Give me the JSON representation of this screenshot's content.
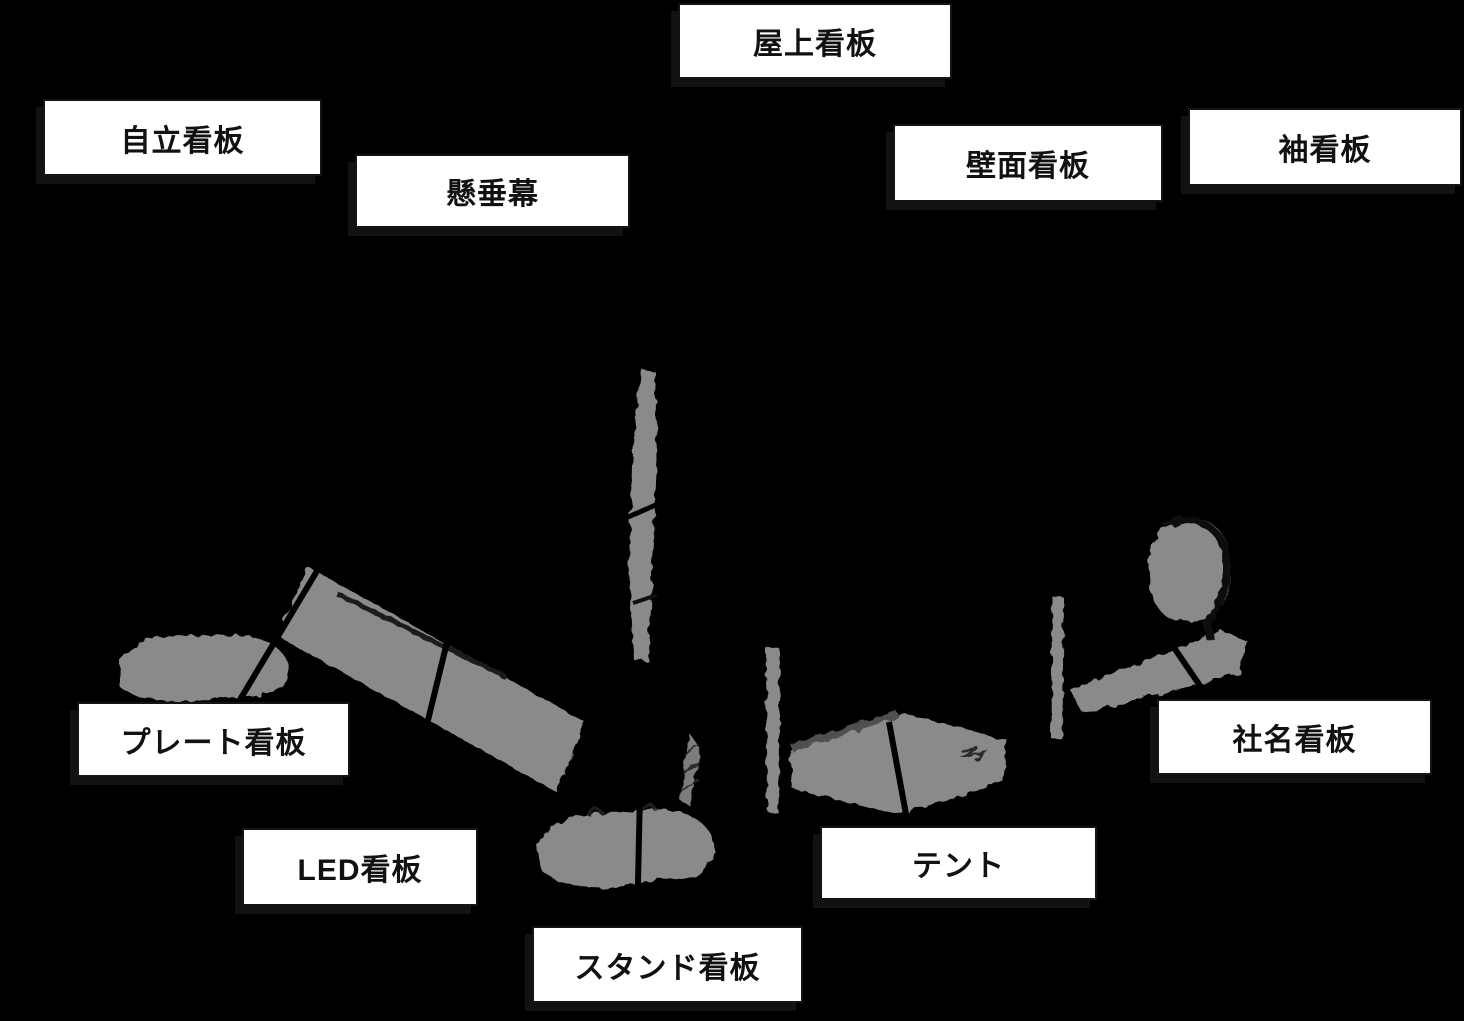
{
  "diagram": {
    "description": "sign-types-annotated-storefront-sketch",
    "background_color": "#000000",
    "sketch_fill_color": "#8a8a8a",
    "leader_line_color": "#000000",
    "label_box_style": {
      "fill": "#ffffff",
      "border_color": "#141414",
      "text_color": "#111111"
    },
    "labels": [
      {
        "id": "rooftop",
        "text": "屋上看板"
      },
      {
        "id": "freestanding",
        "text": "自立看板"
      },
      {
        "id": "sleeve",
        "text": "袖看板"
      },
      {
        "id": "wall",
        "text": "壁面看板"
      },
      {
        "id": "hanging-banner",
        "text": "懸垂幕"
      },
      {
        "id": "plate",
        "text": "プレート看板"
      },
      {
        "id": "company-name",
        "text": "社名看板"
      },
      {
        "id": "led",
        "text": "LED看板"
      },
      {
        "id": "tent",
        "text": "テント"
      },
      {
        "id": "stand",
        "text": "スタンド看板"
      }
    ],
    "sketch_parts": [
      "vertical-hanging-banner",
      "fascia-board",
      "plate-sign-blob",
      "flag-pennant",
      "stand-sign-blob",
      "tent-awning",
      "left-post",
      "right-post",
      "arch-sign",
      "company-board"
    ]
  }
}
